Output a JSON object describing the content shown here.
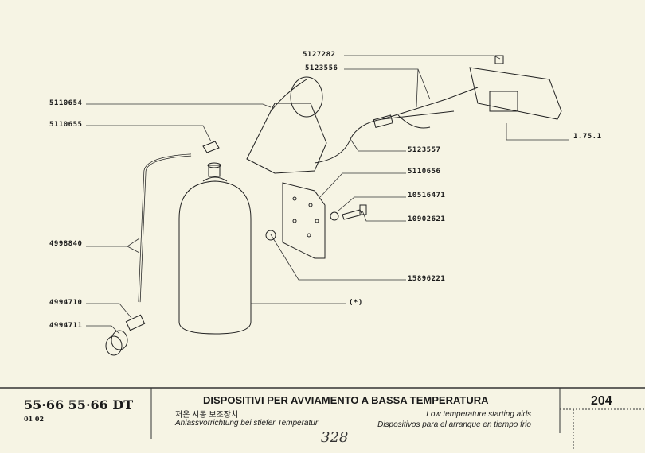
{
  "parts": {
    "p5127282": "5127282",
    "p5123556": "5123556",
    "p5110654": "5110654",
    "p5110655": "5110655",
    "p1751": "1.75.1",
    "p5123557": "5123557",
    "p5110656": "5110656",
    "p10516471": "10516471",
    "p10902621": "10902621",
    "p4998840": "4998840",
    "p15896221": "15896221",
    "p4994710": "4994710",
    "p4994711": "4994711",
    "pstar": "(*)"
  },
  "footer": {
    "model": "55·66  55·66 DT",
    "variants": "01  02",
    "title_it": "DISPOSITIVI PER AVVIAMENTO A BASSA TEMPERATURA",
    "title_ko": "저온 시동 보조장치",
    "title_de": "Anlassvorrichtung bei stiefer Temperatur",
    "title_en": "Low temperature starting aids",
    "title_es": "Dispositivos para el arranque en tiempo frio",
    "page": "204",
    "handwritten": "328"
  }
}
